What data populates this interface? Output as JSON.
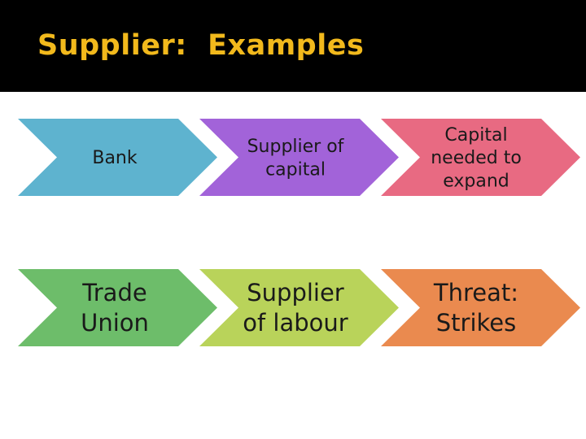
{
  "title": "Supplier:  Examples",
  "rows": [
    {
      "font_size": 22,
      "items": [
        {
          "label": [
            "Bank"
          ],
          "color": "#5eb3cf"
        },
        {
          "label": [
            "Supplier of",
            "capital"
          ],
          "color": "#a263d9"
        },
        {
          "label": [
            "Capital",
            "needed to",
            "expand"
          ],
          "color": "#e86a82"
        }
      ]
    },
    {
      "font_size": 29,
      "items": [
        {
          "label": [
            "Trade",
            "Union"
          ],
          "color": "#6dbd6a"
        },
        {
          "label": [
            "Supplier",
            "of labour"
          ],
          "color": "#b9d35a"
        },
        {
          "label": [
            "Threat:",
            "Strikes"
          ],
          "color": "#ea8a4f"
        }
      ]
    }
  ]
}
